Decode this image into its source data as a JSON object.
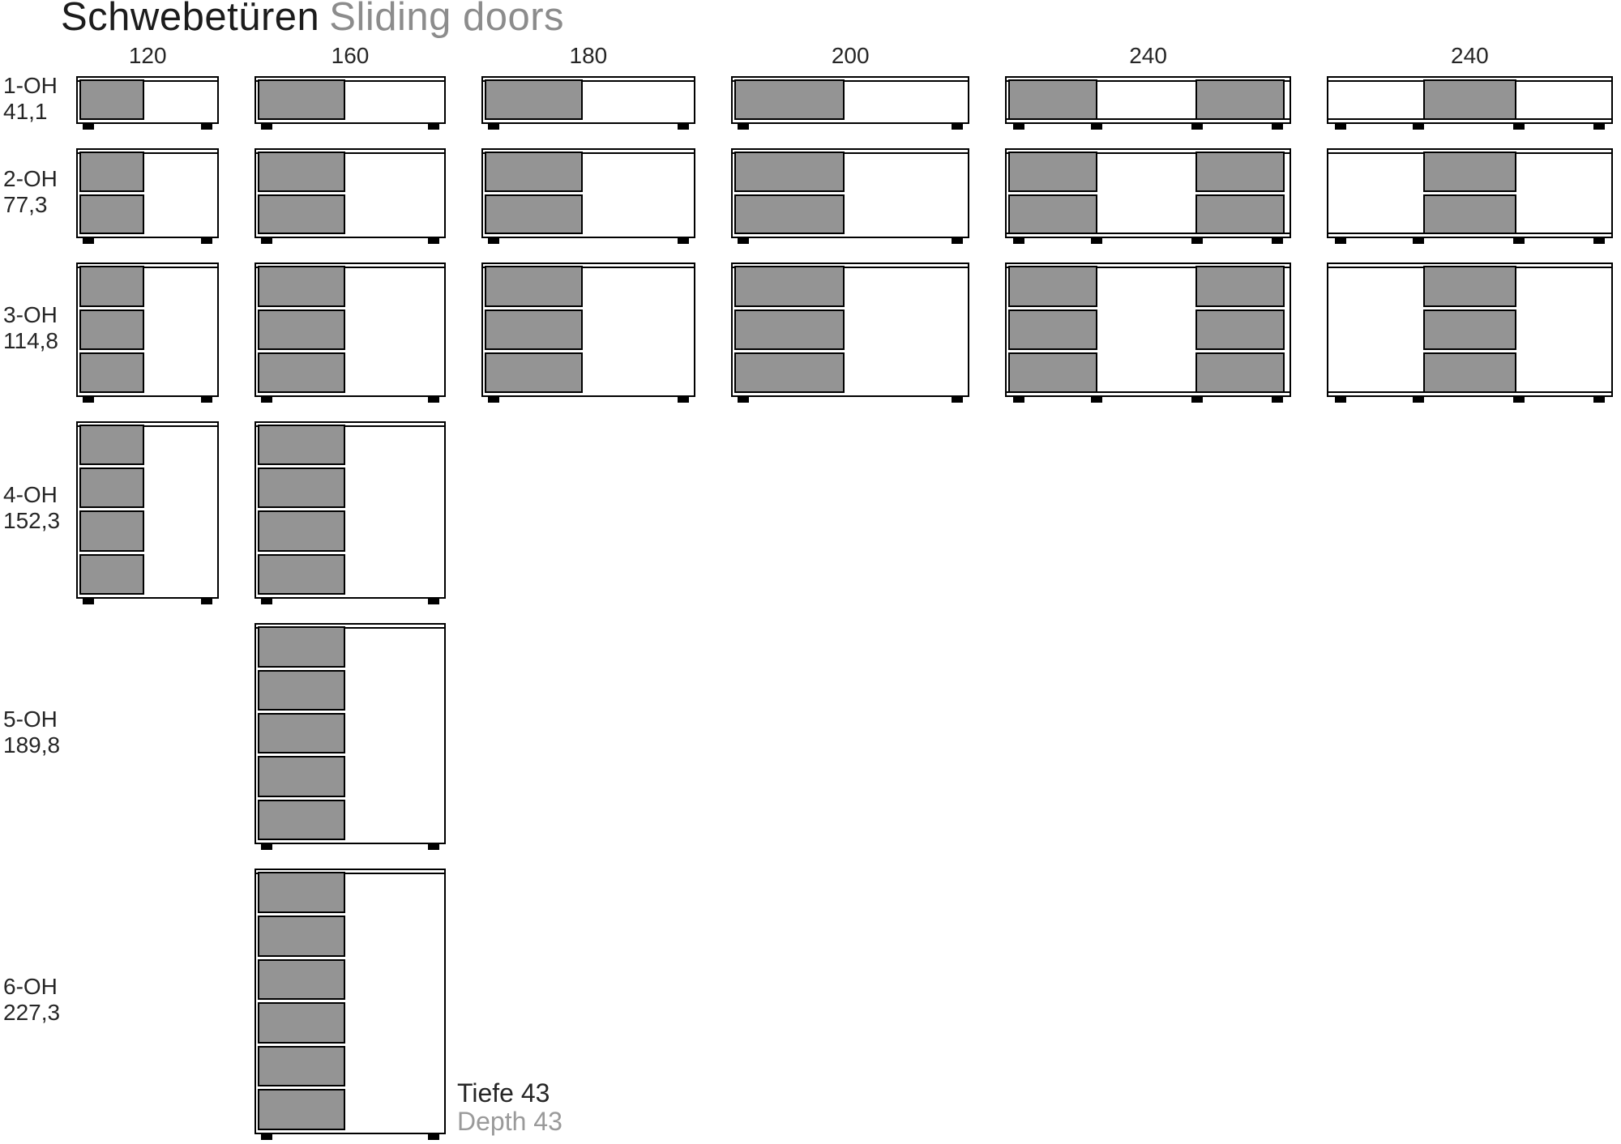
{
  "page": {
    "title_de": "Schwebetüren",
    "title_en": "Sliding doors",
    "depth_de": "Tiefe 43",
    "depth_en": "Depth 43"
  },
  "colors": {
    "door_fill": "#949494",
    "outline": "#000000",
    "text_dark": "#262626",
    "text_gray": "#8c8c8c"
  },
  "columns": [
    {
      "label": "120",
      "width_cm": 120,
      "doors": 2,
      "gray_doors": [
        0
      ]
    },
    {
      "label": "160",
      "width_cm": 160,
      "doors": 2,
      "gray_doors": [
        0
      ]
    },
    {
      "label": "180",
      "width_cm": 180,
      "doors": 2,
      "gray_doors": [
        0
      ]
    },
    {
      "label": "200",
      "width_cm": 200,
      "doors": 2,
      "gray_doors": [
        0
      ]
    },
    {
      "label": "240",
      "width_cm": 240,
      "doors": 3,
      "gray_doors": [
        0,
        2
      ]
    },
    {
      "label": "240",
      "width_cm": 240,
      "doors": 3,
      "gray_doors": [
        1
      ]
    }
  ],
  "rows": [
    {
      "oh_label": "1-OH",
      "height_label": "41,1",
      "height_cm": 41.1,
      "compartments": 1,
      "columns_present": [
        0,
        1,
        2,
        3,
        4,
        5
      ]
    },
    {
      "oh_label": "2-OH",
      "height_label": "77,3",
      "height_cm": 77.3,
      "compartments": 2,
      "columns_present": [
        0,
        1,
        2,
        3,
        4,
        5
      ]
    },
    {
      "oh_label": "3-OH",
      "height_label": "114,8",
      "height_cm": 114.8,
      "compartments": 3,
      "columns_present": [
        0,
        1,
        2,
        3,
        4,
        5
      ]
    },
    {
      "oh_label": "4-OH",
      "height_label": "152,3",
      "height_cm": 152.3,
      "compartments": 4,
      "columns_present": [
        0,
        1
      ]
    },
    {
      "oh_label": "5-OH",
      "height_label": "189,8",
      "height_cm": 189.8,
      "compartments": 5,
      "columns_present": [
        1
      ]
    },
    {
      "oh_label": "6-OH",
      "height_label": "227,3",
      "height_cm": 227.3,
      "compartments": 6,
      "columns_present": [
        1
      ]
    }
  ]
}
